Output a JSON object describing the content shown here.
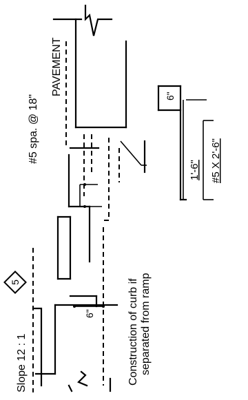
{
  "labels": {
    "slope": "Slope 12 : 1",
    "section_marker": "5",
    "rebar": "#5 spa. @ 18\"",
    "pavement": "PAVEMENT",
    "curb_note_line1": "Construction of curb if",
    "curb_note_line2": "separated from ramp",
    "dim_6": "6\"",
    "dim_1_6": "1'-6\"",
    "bar_mark": "#5 X 2'-6\""
  },
  "colors": {
    "background": "#ffffff",
    "ink": "#000000"
  }
}
